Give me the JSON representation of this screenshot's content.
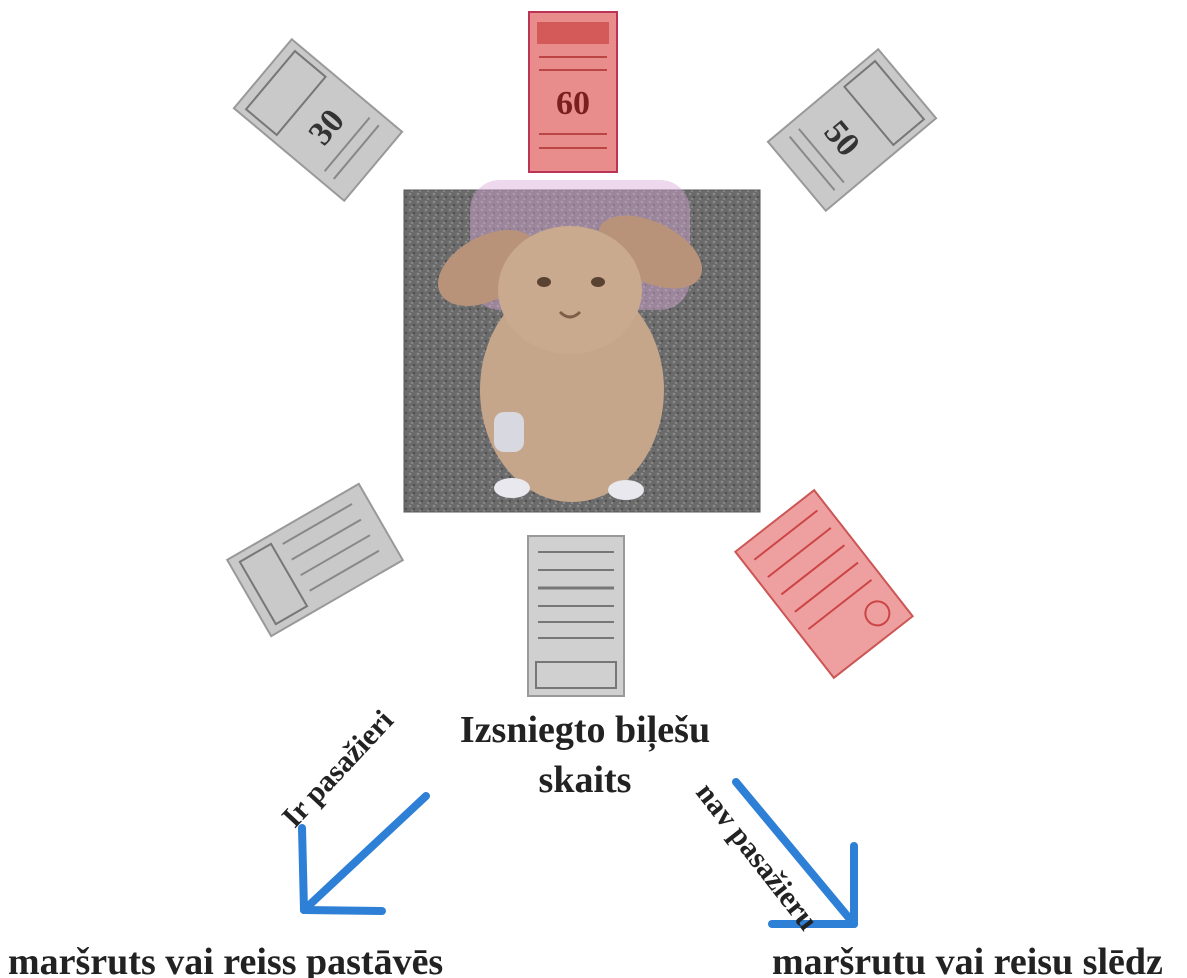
{
  "title": "",
  "tickets": [
    {
      "id": "ticket-top-left",
      "number": "30",
      "color": "#c9c9c9"
    },
    {
      "id": "ticket-top-center",
      "number": "60",
      "color": "#e98c8c"
    },
    {
      "id": "ticket-top-right",
      "number": "50",
      "color": "#c9c9c9"
    },
    {
      "id": "ticket-bottom-left",
      "number": "",
      "color": "#c9c9c9"
    },
    {
      "id": "ticket-bottom-center",
      "number": "",
      "color": "#d0d0d0"
    },
    {
      "id": "ticket-bottom-right",
      "number": "",
      "color": "#eea0a0"
    }
  ],
  "center": {
    "label": "Izsniegto biļešu skaits"
  },
  "branches": {
    "left_label": "Ir pasažieri",
    "right_label": "nav pasažieru",
    "arrow_color": "#2e7fd6"
  },
  "outcomes": {
    "left": "maršruts vai reiss pastāvēs",
    "right": "maršrutu vai reisu slēdz"
  },
  "colors": {
    "rabbit": "#c6a68a",
    "background_photo": "#6d6d6d"
  }
}
